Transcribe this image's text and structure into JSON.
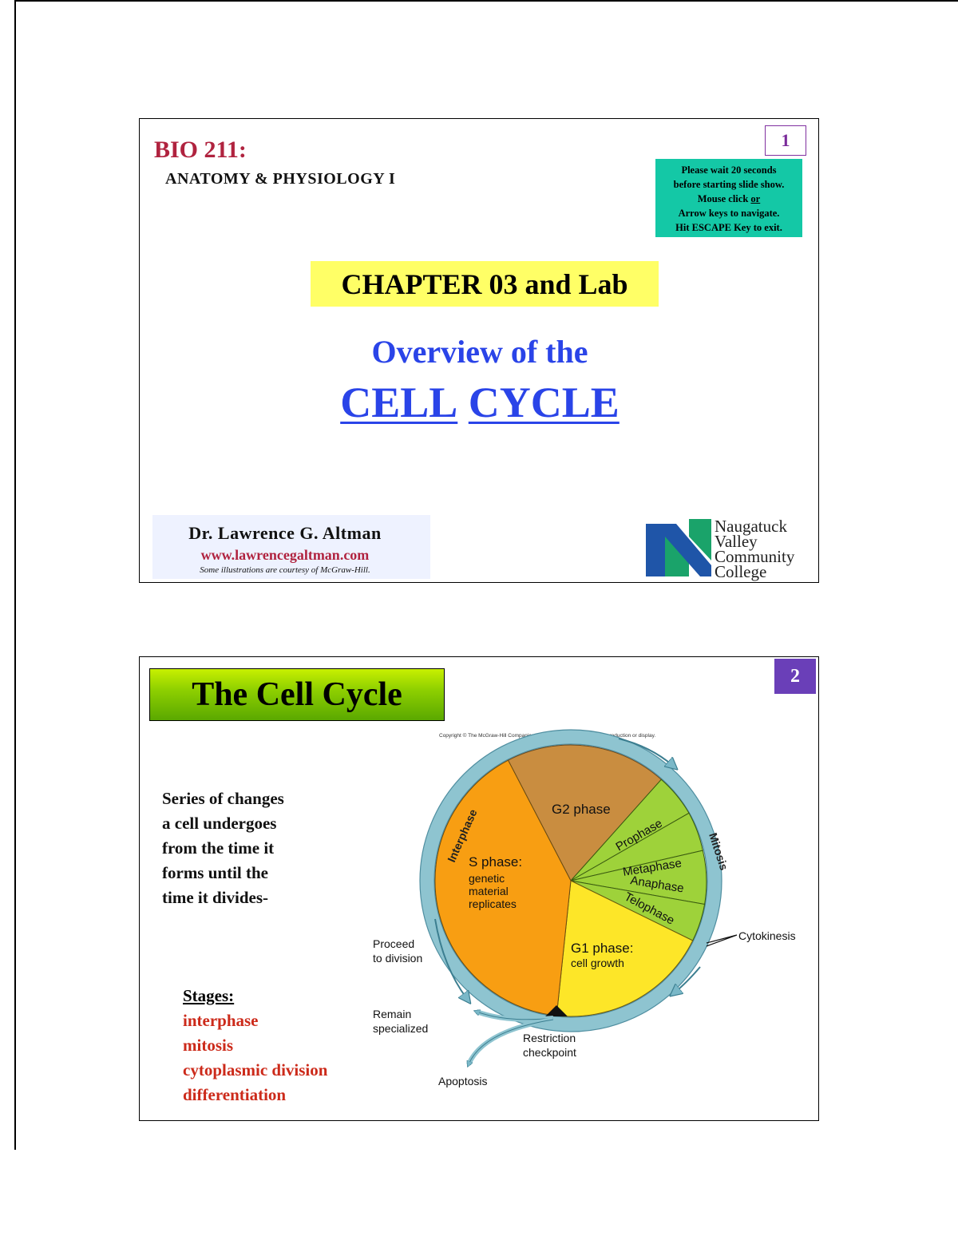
{
  "slide1": {
    "course": "BIO 211:",
    "subject": "ANATOMY & PHYSIOLOGY I",
    "slide_number": "1",
    "notice": {
      "line1": "Please wait 20 seconds",
      "line2": "before starting slide show.",
      "line3_prefix": "Mouse click ",
      "line3_underlined": "or",
      "line4": "Arrow keys to navigate.",
      "line5": "Hit ESCAPE Key to exit."
    },
    "chapter": "CHAPTER 03 and Lab",
    "overview": "Overview of the",
    "cell": "CELL",
    "cycle": "CYCLE",
    "author": "Dr. Lawrence G. Altman",
    "website": "www.lawrencegaltman.com",
    "credit": "Some illustrations are courtesy of McGraw-Hill.",
    "logo_lines": [
      "Naugatuck",
      "Valley",
      "Community",
      "College"
    ],
    "logo_colors": {
      "green": "#1aa36a",
      "blue": "#1f55a8"
    }
  },
  "slide2": {
    "slide_number": "2",
    "title": "The Cell Cycle",
    "description_lines": [
      "Series of changes",
      "a cell undergoes",
      "from the time it",
      "forms until the",
      "time it divides-"
    ],
    "stages_heading": "Stages:",
    "stages": [
      "interphase",
      "mitosis",
      "cytoplasmic division",
      "differentiation"
    ],
    "diagram": {
      "copyright": "Copyright © The McGraw-Hill Companies, Inc. Permission required for reproduction or display.",
      "interphase": "Interphase",
      "mitosis": "Mitosis",
      "g2": "G2 phase",
      "s_title": "S phase:",
      "s_desc": [
        "genetic",
        "material",
        "replicates"
      ],
      "g1_title": "G1 phase:",
      "g1_desc": "cell growth",
      "prophase": "Prophase",
      "metaphase": "Metaphase",
      "anaphase": "Anaphase",
      "telophase": "Telophase",
      "cytokinesis": "Cytokinesis",
      "proceed": [
        "Proceed",
        "to division"
      ],
      "remain": [
        "Remain",
        "specialized"
      ],
      "restriction": [
        "Restriction",
        "checkpoint"
      ],
      "apoptosis": "Apoptosis"
    }
  }
}
